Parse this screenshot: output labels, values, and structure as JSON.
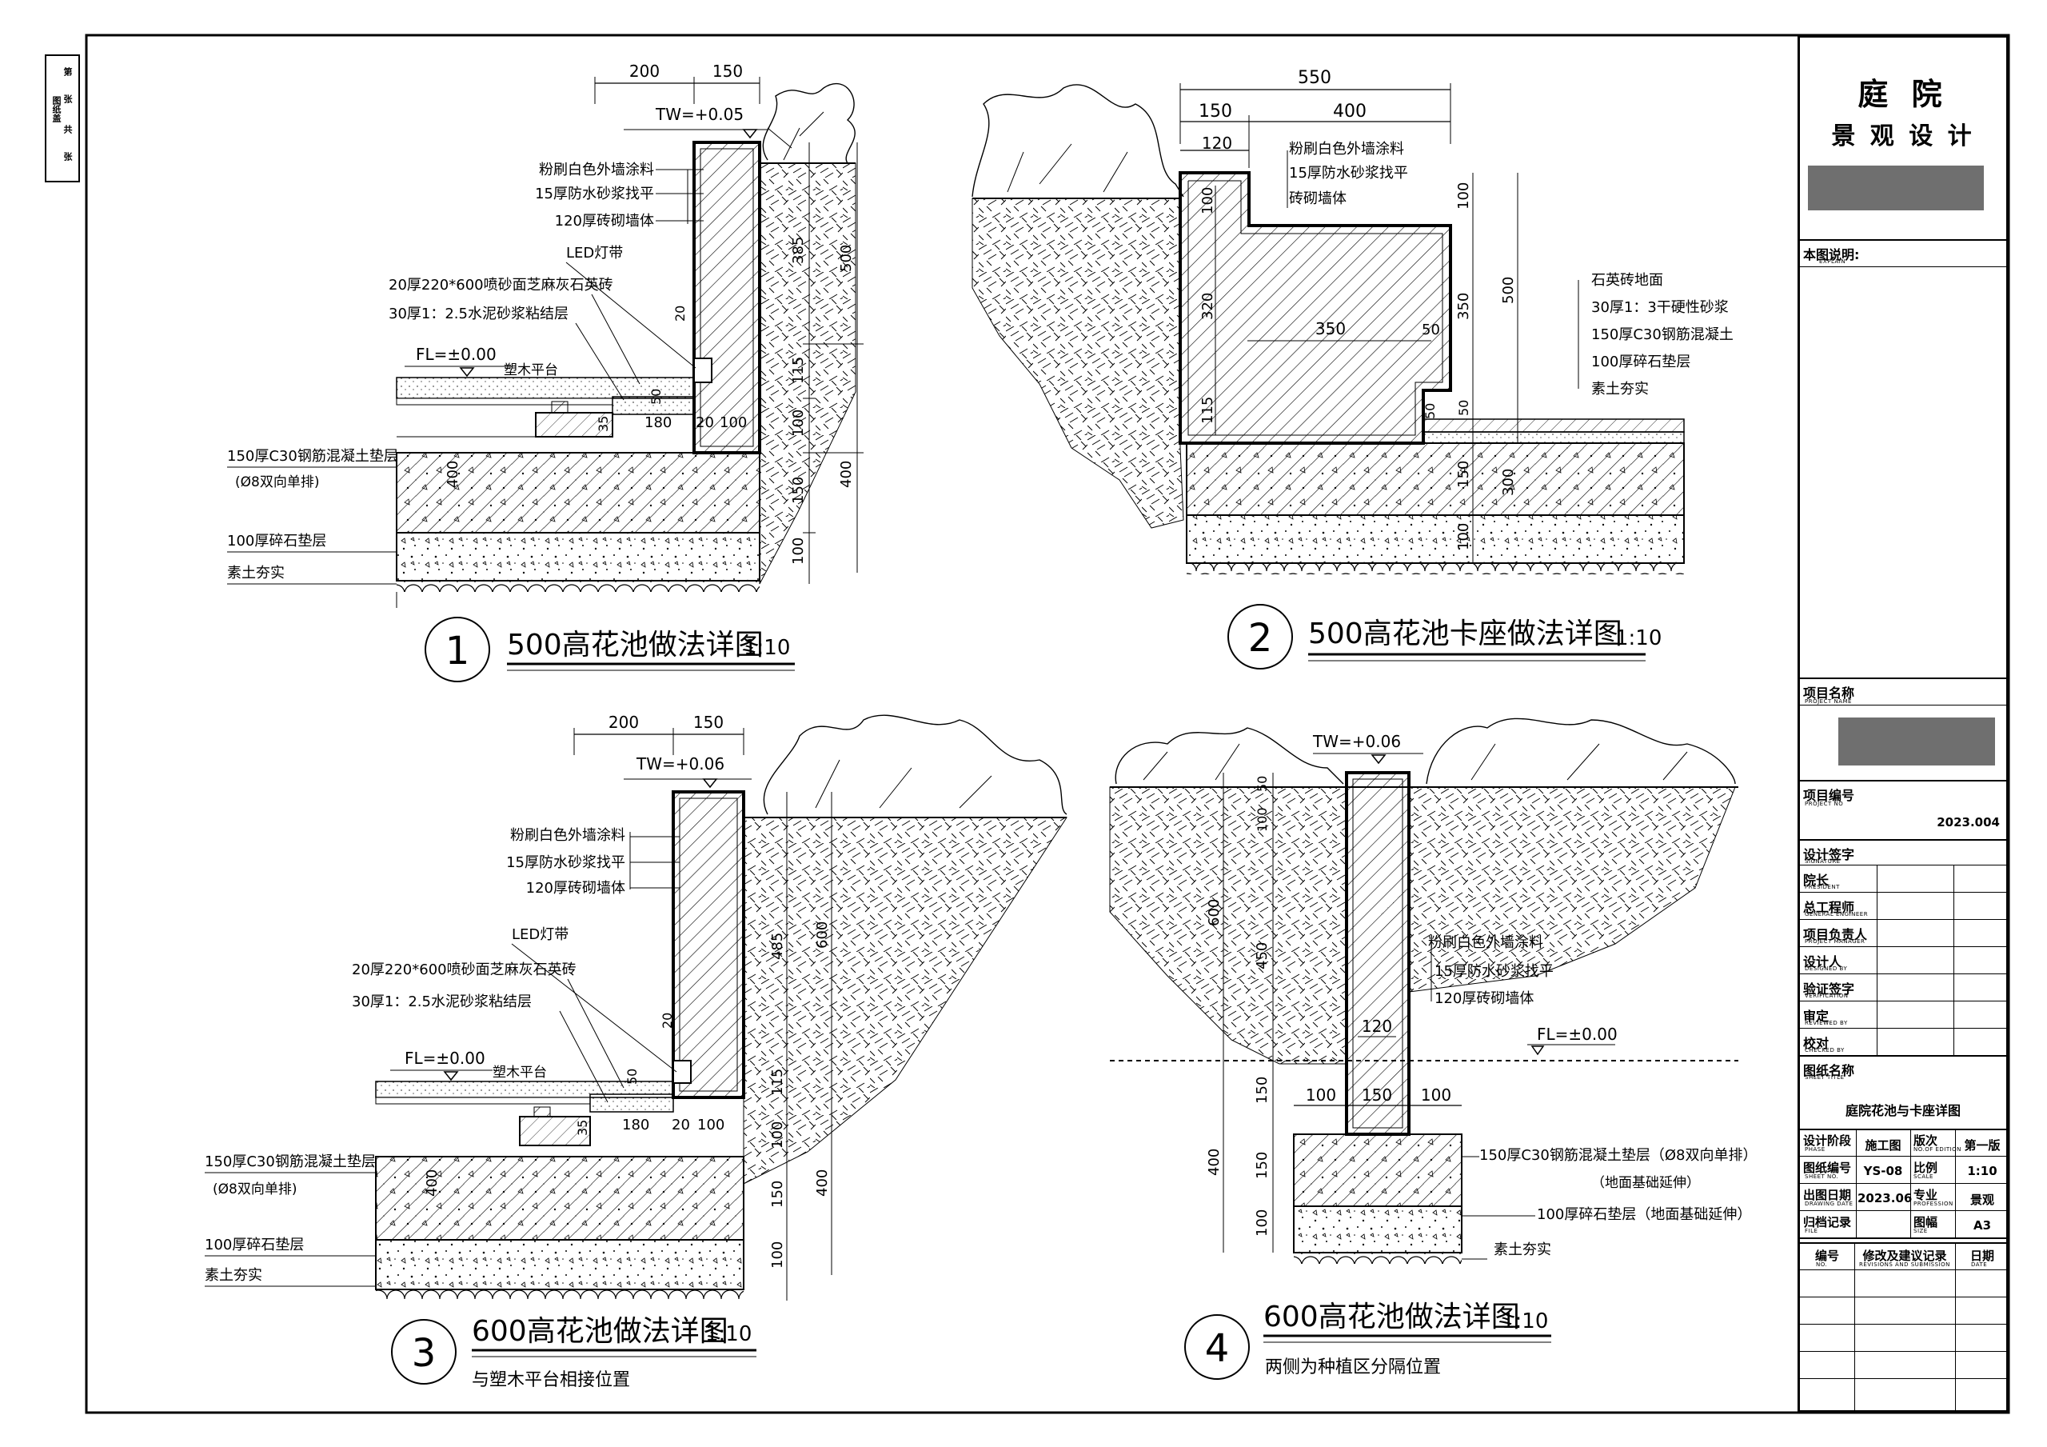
{
  "left_strip": {
    "col1": "图纸盖",
    "col2": "签",
    "col3": "字",
    "col4": "共",
    "col5": "张",
    "col6": "第",
    "col7": "张"
  },
  "details": [
    {
      "number": "1",
      "title": "500高花池做法详图",
      "scale": "1:10",
      "subtitle": "",
      "tw": "TW=+0.05",
      "fl": "FL=±0.00",
      "platform": "塑木平台",
      "dims_top": [
        "200",
        "150"
      ],
      "dims_right": [
        "385",
        "115",
        "100",
        "150",
        "100"
      ],
      "dims_total": [
        "500",
        "400"
      ],
      "dims_inner": [
        "20",
        "50",
        "35",
        "180",
        "20",
        "100"
      ],
      "dim_400": "400",
      "wall_notes": [
        "粉刷白色外墙涂料",
        "15厚防水砂浆找平",
        "120厚砖砌墙体"
      ],
      "led": "LED灯带",
      "tile": "20厚220*600喷砂面芝麻灰石英砖",
      "mortar": "30厚1：2.5水泥砂浆粘结层",
      "slab": "150厚C30钢筋混凝土垫层",
      "slab_rebar": "(Ø8双向单排)",
      "gravel": "100厚碎石垫层",
      "soil": "素土夯实"
    },
    {
      "number": "2",
      "title": "500高花池卡座做法详图",
      "scale": "1:10",
      "dims_top": [
        "550",
        "150",
        "400",
        "120"
      ],
      "dims_left": [
        "100",
        "320",
        "115"
      ],
      "dims_right": [
        "100",
        "350",
        "50",
        "150",
        "100"
      ],
      "dims_total": [
        "500",
        "300"
      ],
      "dims_inner": [
        "350",
        "50",
        "50"
      ],
      "wall_notes": [
        "粉刷白色外墙涂料",
        "15厚防水砂浆找平",
        "砖砌墙体"
      ],
      "floor_notes": [
        "石英砖地面",
        "30厚1：3干硬性砂浆",
        "150厚C30钢筋混凝土",
        "100厚碎石垫层",
        "素土夯实"
      ]
    },
    {
      "number": "3",
      "title": "600高花池做法详图",
      "scale": "1:10",
      "subtitle": "与塑木平台相接位置",
      "tw": "TW=+0.06",
      "fl": "FL=±0.00",
      "platform": "塑木平台",
      "dims_top": [
        "200",
        "150"
      ],
      "dims_right": [
        "485",
        "115",
        "100",
        "150",
        "100"
      ],
      "dims_total": [
        "600",
        "400"
      ],
      "dims_inner": [
        "20",
        "50",
        "35",
        "180",
        "20",
        "100"
      ],
      "dim_400": "400",
      "wall_notes": [
        "粉刷白色外墙涂料",
        "15厚防水砂浆找平",
        "120厚砖砌墙体"
      ],
      "led": "LED灯带",
      "tile": "20厚220*600喷砂面芝麻灰石英砖",
      "mortar": "30厚1：2.5水泥砂浆粘结层",
      "slab": "150厚C30钢筋混凝土垫层",
      "slab_rebar": "(Ø8双向单排)",
      "gravel": "100厚碎石垫层",
      "soil": "素土夯实"
    },
    {
      "number": "4",
      "title": "600高花池做法详图",
      "scale": "1:10",
      "subtitle": "两侧为种植区分隔位置",
      "tw": "TW=+0.06",
      "fl": "FL=±0.00",
      "dims_left": [
        "600",
        "450",
        "150",
        "150",
        "100",
        "400"
      ],
      "dims_top_small": [
        "50",
        "100"
      ],
      "dims_bottom": [
        "100",
        "150",
        "100"
      ],
      "dim_120": "120",
      "wall_notes": [
        "粉刷白色外墙涂料",
        "15厚防水砂浆找平",
        "120厚砖砌墙体"
      ],
      "slab": "150厚C30钢筋混凝土垫层（Ø8双向单排）",
      "slab_note": "（地面基础延伸）",
      "gravel": "100厚碎石垫层（地面基础延伸）",
      "soil": "素土夯实"
    }
  ],
  "title_block": {
    "company_line1": "庭 院",
    "company_line2": "景 观 设 计",
    "explain_label": "本图说明:",
    "explain_sub": "EXPLAIN",
    "project_name_label": "项目名称",
    "project_name_sub": "PROJECT NAME",
    "project_no_label": "项目编号",
    "project_no_sub": "PROJECT NO",
    "project_no": "2023.004",
    "design_sign_label": "设计签字",
    "design_sign_sub": "SIGNATURE",
    "roles": [
      {
        "label": "院长",
        "sub": "PRESIDENT"
      },
      {
        "label": "总工程师",
        "sub": "GENERAL ENGINEER"
      },
      {
        "label": "项目负责人",
        "sub": "PROJECT MANAGER"
      },
      {
        "label": "设计人",
        "sub": "DESIGNED BY"
      },
      {
        "label": "验证签字",
        "sub": "VERIFICATION"
      },
      {
        "label": "审定",
        "sub": "REVIEWED BY"
      },
      {
        "label": "校对",
        "sub": "CHECKED BY"
      }
    ],
    "sheet_title_label": "图纸名称",
    "sheet_title_sub": "SHEET TITLE",
    "sheet_title": "庭院花池与卡座详图",
    "rows": [
      {
        "l1": "设计阶段",
        "s1": "PHASE",
        "v1": "施工图",
        "l2": "版次",
        "s2": "NO.OF EDITION",
        "v2": "第一版"
      },
      {
        "l1": "图纸编号",
        "s1": "SHEET NO.",
        "v1": "YS-08",
        "l2": "比例",
        "s2": "SCALE",
        "v2": "1:10"
      },
      {
        "l1": "出图日期",
        "s1": "DRAWING DATE",
        "v1": "2023.06",
        "l2": "专业",
        "s2": "PROFESSION",
        "v2": "景观"
      },
      {
        "l1": "归档记录",
        "s1": "FILE",
        "v1": "",
        "l2": "图幅",
        "s2": "SIZE",
        "v2": "A3"
      }
    ],
    "rev_headers": [
      {
        "label": "编号",
        "sub": "NO."
      },
      {
        "label": "修改及建议记录",
        "sub": "REVISIONS AND SUBMISSION"
      },
      {
        "label": "日期",
        "sub": "DATE"
      }
    ]
  },
  "colors": {
    "ink": "#000000",
    "redact": "#6f6f6f",
    "paper": "#ffffff"
  }
}
